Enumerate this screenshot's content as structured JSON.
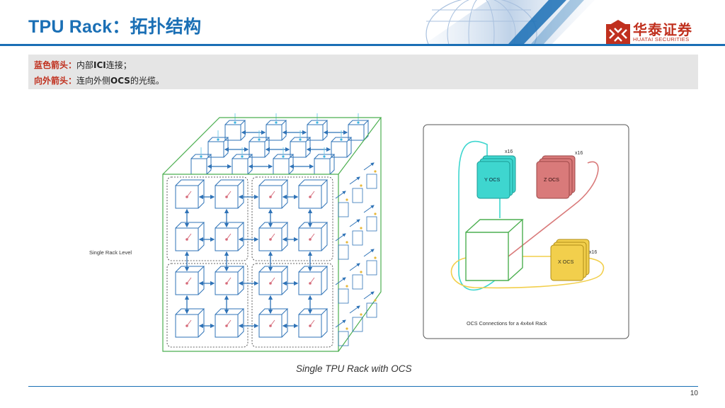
{
  "header": {
    "title": "TPU Rack：拓扑结构"
  },
  "logo": {
    "name_cn": "华泰证券",
    "name_en": "HUATAI SECURITIES"
  },
  "notes": {
    "line1": {
      "key": "蓝色箭头：",
      "pre": "内部",
      "term": "ICI",
      "post": "连接；"
    },
    "line2": {
      "key": "向外箭头：",
      "pre": "连向外侧",
      "term": "OCS",
      "post": "的光缆。"
    }
  },
  "figure": {
    "left_label": "Single Rack Level",
    "caption": "Single TPU Rack with OCS",
    "ocs_panel": {
      "caption": "OCS Connections for a 4x4x4 Rack",
      "y": {
        "label": "Y OCS",
        "count": "x16",
        "color": "#3ed6cf"
      },
      "z": {
        "label": "Z OCS",
        "count": "x16",
        "color": "#d97a7a"
      },
      "x": {
        "label": "X OCS",
        "count": "x16",
        "color": "#f2cf4c"
      }
    }
  },
  "footer": {
    "page": "10"
  },
  "colors": {
    "brand_blue": "#1a6fb5",
    "brand_red": "#c0301e",
    "note_bg": "#e5e5e5",
    "cube_blue": "#2f73b7",
    "cube_green": "#4caf50"
  }
}
